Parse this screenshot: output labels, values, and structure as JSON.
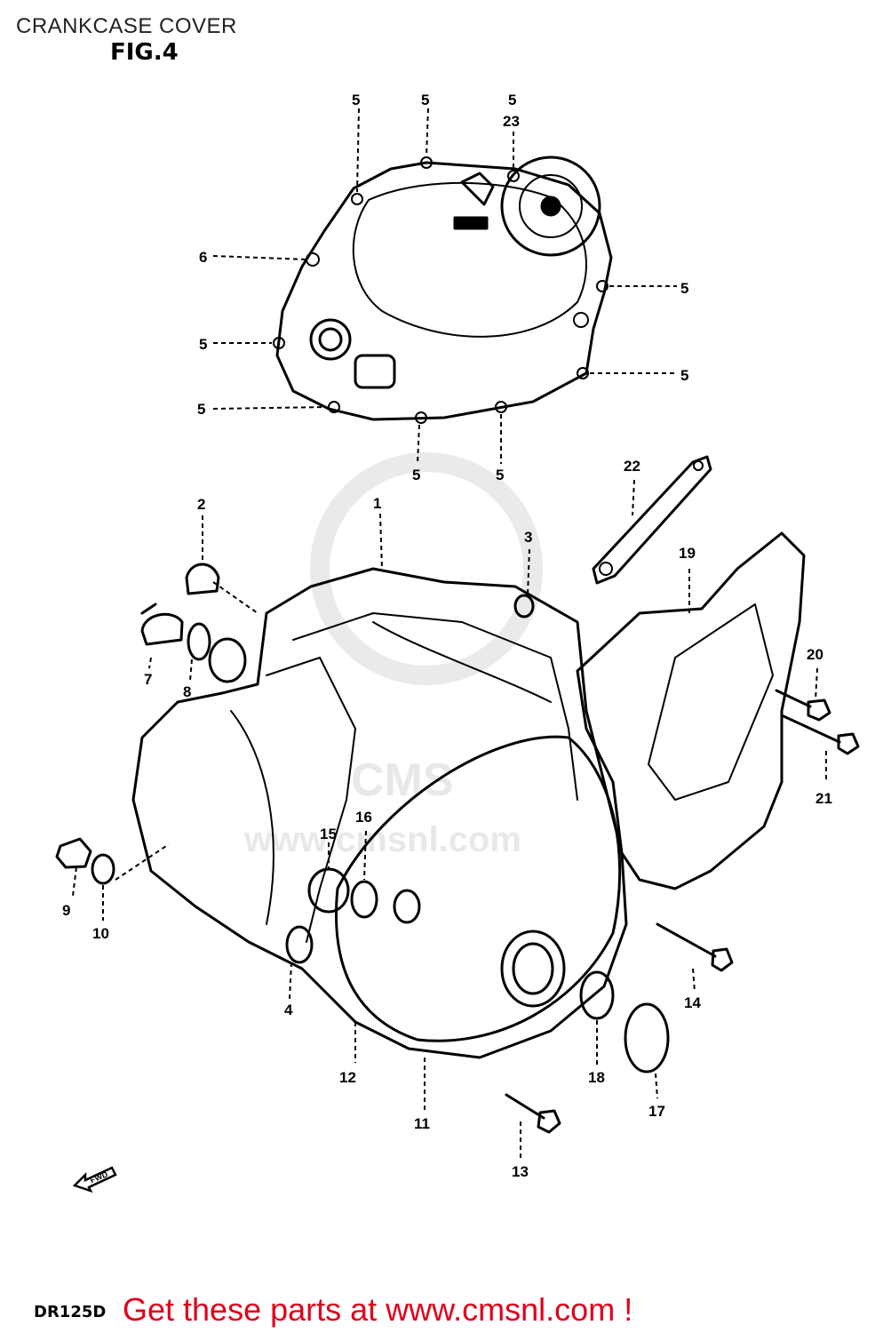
{
  "page": {
    "title": "CRANKCASE COVER",
    "figure": "FIG.4",
    "model_code": "DR125D",
    "cta": "Get these parts at www.cmsnl.com !"
  },
  "watermark": {
    "text": "www.cmsnl.com",
    "brand": "CMS"
  },
  "fwd_marker": "FWD",
  "callouts": {
    "c1": "1",
    "c2": "2",
    "c3": "3",
    "c4": "4",
    "c5a": "5",
    "c5b": "5",
    "c5c": "5",
    "c5d": "5",
    "c5e": "5",
    "c5f": "5",
    "c5g": "5",
    "c5h": "5",
    "c5i": "5",
    "c6": "6",
    "c7": "7",
    "c8": "8",
    "c9": "9",
    "c10": "10",
    "c11": "11",
    "c12": "12",
    "c13": "13",
    "c14": "14",
    "c15": "15",
    "c16": "16",
    "c17": "17",
    "c18": "18",
    "c19": "19",
    "c20": "20",
    "c21": "21",
    "c22": "22",
    "c23": "23"
  },
  "colors": {
    "cta": "#e0001a",
    "line": "#000000",
    "watermark": "#e6e6e6"
  }
}
